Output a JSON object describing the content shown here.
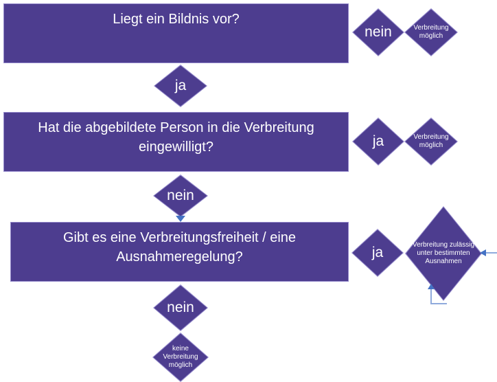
{
  "colors": {
    "shape_fill": "#4D3D8F",
    "shape_border": "#9389CB",
    "text_color": "#FFFFFF",
    "connector_line": "#8FAADC",
    "connector_head": "#4472C4"
  },
  "flowchart": {
    "rows": [
      {
        "question": "Liegt ein Bildnis vor?",
        "side_label": "nein",
        "side_outcome": "Verbreitung möglich",
        "down_label": "ja"
      },
      {
        "question": "Hat die abgebildete Person in die Verbreitung eingewilligt?",
        "side_label": "ja",
        "side_outcome": "Verbreitung möglich",
        "down_label": "nein"
      },
      {
        "question": "Gibt es eine Verbreitungsfreiheit / eine Ausnahmeregelung?",
        "side_label": "ja",
        "side_outcome": "Verbreitung zulässig unter bestimmten Ausnahmen",
        "down_label": "nein"
      }
    ],
    "final_outcome": "keine Verbreitung möglich"
  }
}
